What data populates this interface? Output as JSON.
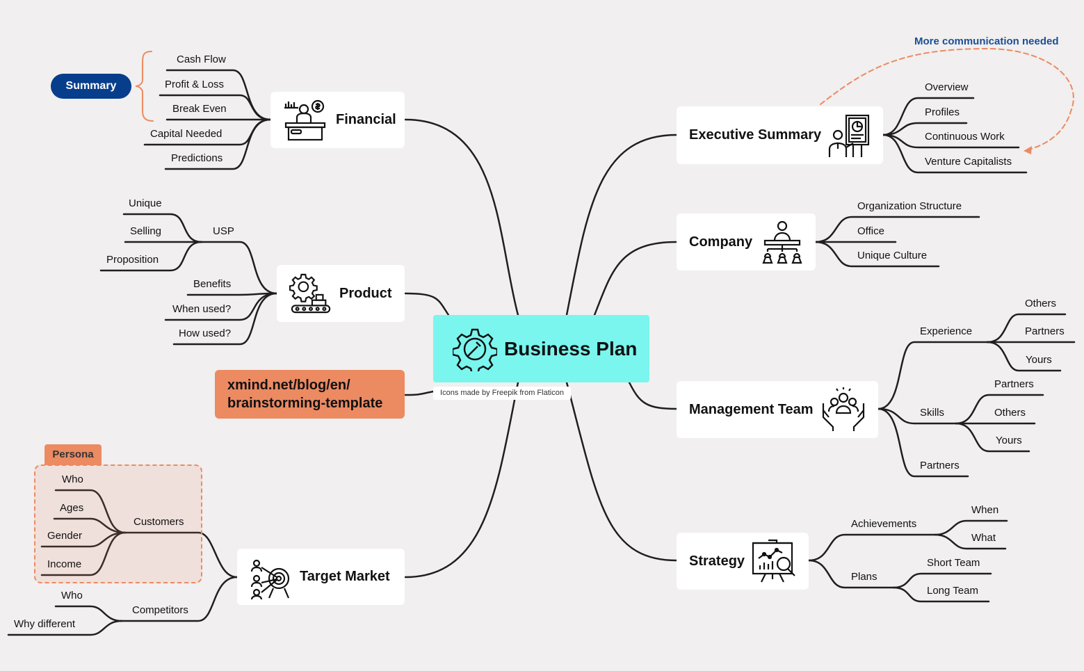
{
  "central": {
    "label": "Business Plan"
  },
  "credit": "Icons made by Freepik from Flaticon",
  "url_box": {
    "line1": "xmind.net/blog/en/",
    "line2": "brainstorming-template"
  },
  "annotations": {
    "summary": "Summary",
    "persona": "Persona",
    "note": "More communication needed"
  },
  "colors": {
    "central": "#7af6ef",
    "accent": "#ec8a62",
    "summary": "#073e8c",
    "note": "#1a4f95",
    "line": "#1f1f1f"
  },
  "financial": {
    "label": "Financial",
    "icon": "desk-finance-icon",
    "items": [
      "Cash Flow",
      "Profit & Loss",
      "Break Even",
      "Capital Needed",
      "Predictions"
    ]
  },
  "product": {
    "label": "Product",
    "icon": "gear-conveyor-icon",
    "usp": {
      "label": "USP",
      "items": [
        "Unique",
        "Selling",
        "Proposition"
      ]
    },
    "items": [
      "Benefits",
      "When used?",
      "How used?"
    ]
  },
  "target_market": {
    "label": "Target Market",
    "icon": "target-people-icon",
    "customers": {
      "label": "Customers",
      "items": [
        "Who",
        "Ages",
        "Gender",
        "Income"
      ]
    },
    "competitors": {
      "label": "Competitors",
      "items": [
        "Who",
        "Why different"
      ]
    }
  },
  "executive_summary": {
    "label": "Executive Summary",
    "icon": "presenter-chart-icon",
    "items": [
      "Overview",
      "Profiles",
      "Continuous Work",
      "Venture Capitalists"
    ]
  },
  "company": {
    "label": "Company",
    "icon": "org-chart-icon",
    "items": [
      "Organization Structure",
      "Office",
      "Unique Culture"
    ]
  },
  "management_team": {
    "label": "Management Team",
    "icon": "team-hands-icon",
    "experience": {
      "label": "Experience",
      "items": [
        "Others",
        "Partners",
        "Yours"
      ]
    },
    "skills": {
      "label": "Skills",
      "items": [
        "Partners",
        "Others",
        "Yours"
      ]
    },
    "partners": "Partners"
  },
  "strategy": {
    "label": "Strategy",
    "icon": "strategy-board-icon",
    "achievements": {
      "label": "Achievements",
      "items": [
        "When",
        "What"
      ]
    },
    "plans": {
      "label": "Plans",
      "items": [
        "Short Team",
        "Long Team"
      ]
    }
  }
}
